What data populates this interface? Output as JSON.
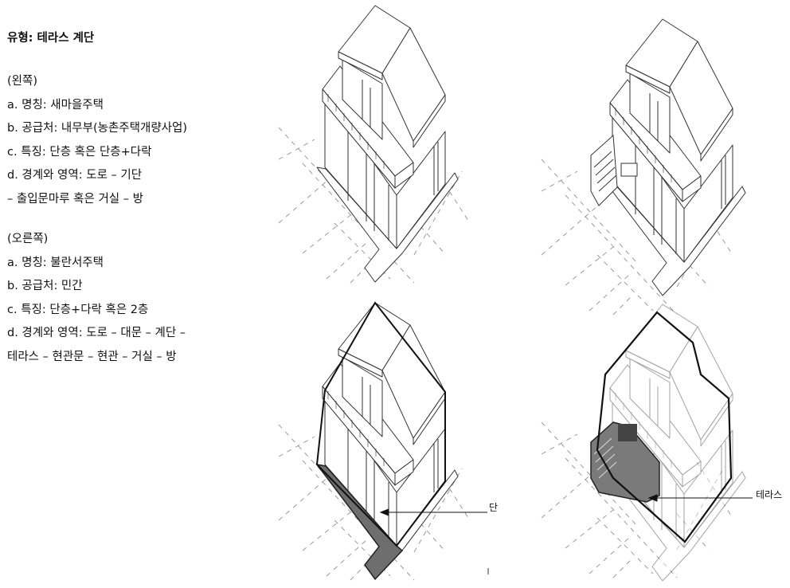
{
  "title": "유형: 테라스 계단",
  "left_section": {
    "heading": "(왼쪽)",
    "lines": [
      "a. 명칭: 새마을주택",
      "b. 공급처: 내무부(농촌주택개량사업)",
      "c. 특징: 단층 혹은 단층+다락",
      "d. 경계와 영역: 도로 – 기단",
      "– 출입문마루 혹은 거실 – 방"
    ]
  },
  "right_section": {
    "heading": "(오른쪽)",
    "lines": [
      "a. 명칭: 불란서주택",
      "b. 공급처: 민간",
      "c. 특징: 단층+다락 혹은 2층",
      "d. 경계와 영역: 도로 – 대문 – 계단 –",
      "테라스 – 현관문 – 현관 – 거실 – 방"
    ]
  },
  "annotations": {
    "left": "단",
    "right": "테라스"
  },
  "colors": {
    "line": "#333333",
    "grid": "#9a9a9a",
    "highlight": "#6e6e6e"
  }
}
